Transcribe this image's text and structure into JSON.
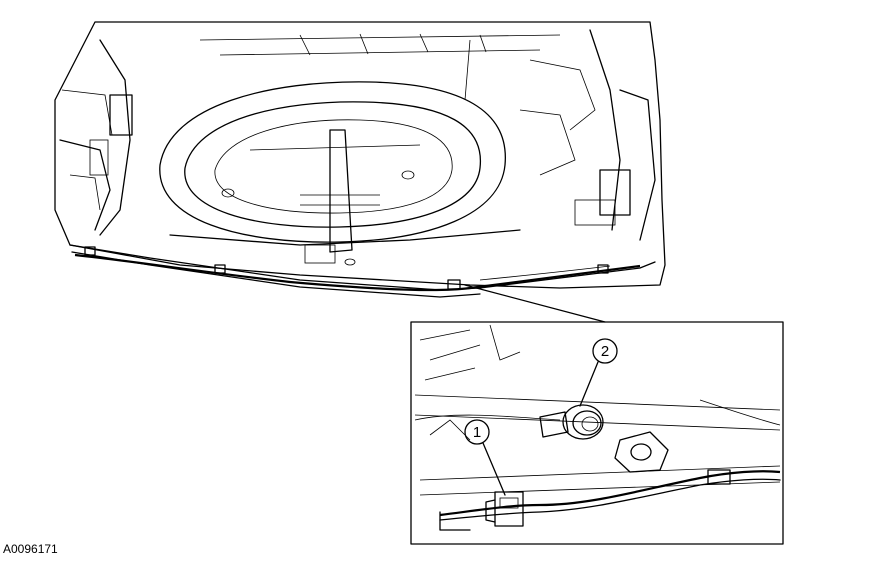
{
  "figure": {
    "id_label": "A0096171"
  },
  "callouts": [
    {
      "number": "1",
      "part": "wiring-harness-connector"
    },
    {
      "number": "2",
      "part": "parking-aid-sensor"
    }
  ]
}
